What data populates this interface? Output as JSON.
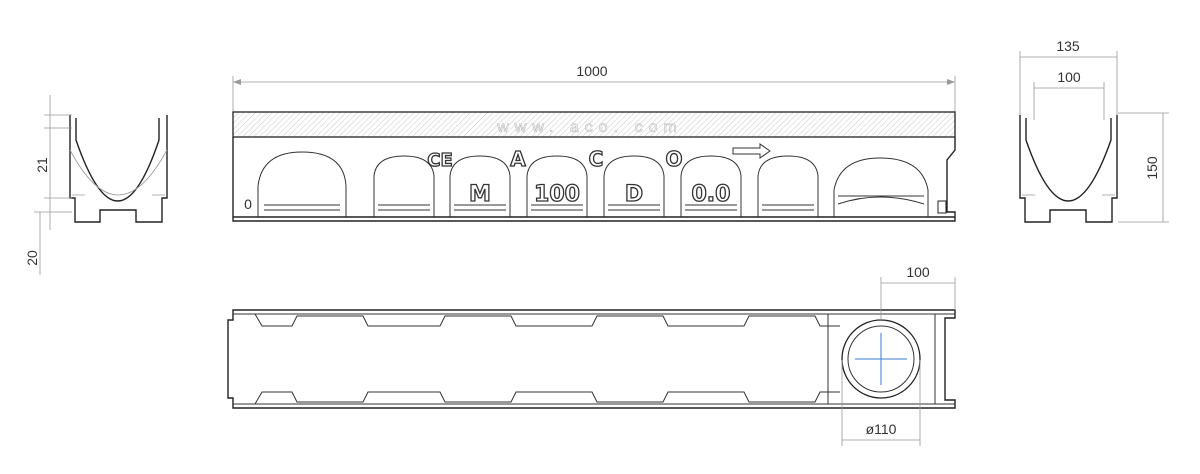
{
  "drawing": {
    "product_marks": {
      "ce_mark": "CE",
      "a": "A",
      "c": "C",
      "o": "O",
      "m": "M",
      "nominal_width": "100",
      "d": "D",
      "slope": "0.0",
      "small_mark": "0"
    },
    "watermark_url": "www. aco. com",
    "dimensions": {
      "length": "1000",
      "top_width_outer": "135",
      "top_width_inner": "100",
      "height": "150",
      "upper_depth": "21",
      "lower_depth": "20",
      "outlet_offset": "100",
      "outlet_diameter": "ø110"
    }
  }
}
